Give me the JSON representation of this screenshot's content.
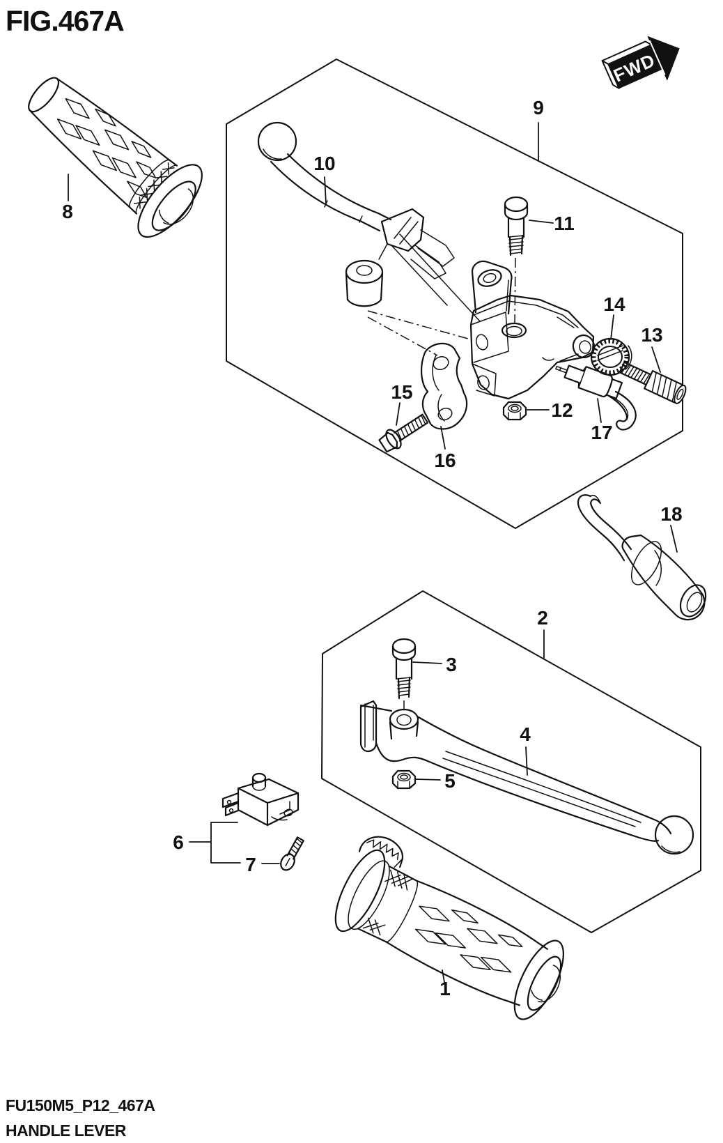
{
  "figure": {
    "title": "FIG.467A",
    "fwd_label": "FWD",
    "footer_code": "FU150M5_P12_467A",
    "footer_title": "HANDLE LEVER"
  },
  "colors": {
    "ink": "#111111",
    "paper": "#ffffff"
  },
  "callouts": {
    "c1": "1",
    "c2": "2",
    "c3": "3",
    "c4": "4",
    "c5": "5",
    "c6": "6",
    "c7": "7",
    "c8": "8",
    "c9": "9",
    "c10": "10",
    "c11": "11",
    "c12": "12",
    "c13": "13",
    "c14": "14",
    "c15": "15",
    "c16": "16",
    "c17": "17",
    "c18": "18"
  }
}
